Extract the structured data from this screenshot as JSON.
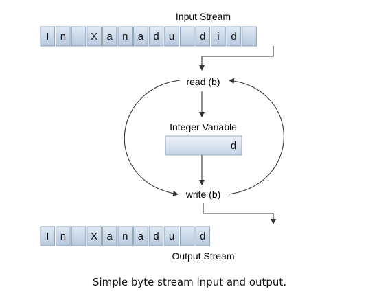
{
  "labels": {
    "input_stream": "Input Stream",
    "output_stream": "Output Stream",
    "read": "read (b)",
    "write": "write (b)",
    "variable_title": "Integer Variable",
    "variable_value": "d",
    "caption": "Simple byte stream input and output."
  },
  "input_cells": [
    "I",
    "n",
    "",
    "X",
    "a",
    "n",
    "a",
    "d",
    "u",
    "",
    "d",
    "i",
    "d",
    ""
  ],
  "output_cells": [
    "I",
    "n",
    "",
    "X",
    "a",
    "n",
    "a",
    "d",
    "u",
    "",
    "d"
  ],
  "colors": {
    "cell_fill_top": "#dfe9f4",
    "cell_fill_bottom": "#b7c9dd",
    "cell_stroke": "#8ea3bb",
    "arrow": "#333333"
  }
}
